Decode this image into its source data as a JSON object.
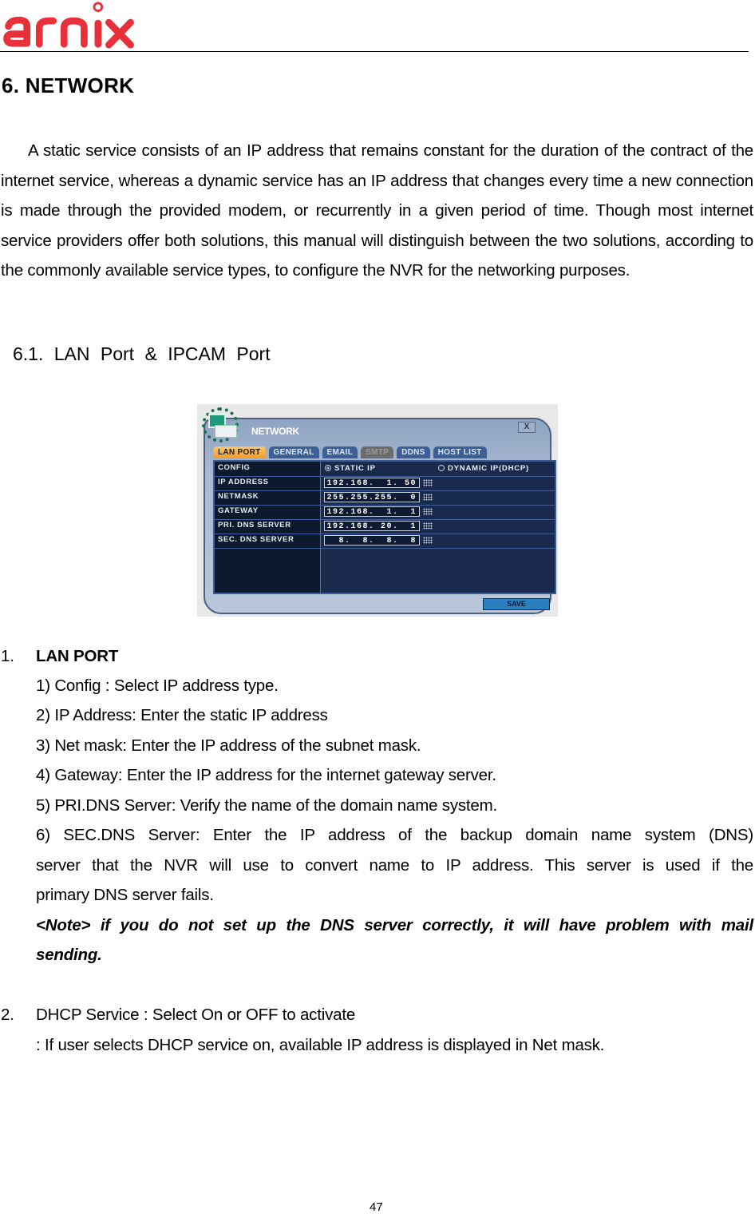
{
  "header": {
    "logo_text": "arnix",
    "logo_color": "#e8303a"
  },
  "section": {
    "title": "6. NETWORK",
    "intro": "A static service consists of an IP address that remains constant for the duration of the contract of the internet service, whereas a dynamic service has an IP address that changes every time a new connection is made through the provided modem, or recurrently in a given period of time. Though most internet service providers offer both solutions, this manual will distinguish between the two solutions, according to the commonly available service types, to configure the NVR for the networking purposes.",
    "subtitle": "6.1. LAN Port & IPCAM Port"
  },
  "nvr_window": {
    "title": "NETWORK",
    "close_label": "X",
    "tabs": [
      {
        "label": "LAN PORT",
        "state": "active"
      },
      {
        "label": "GENERAL",
        "state": "normal"
      },
      {
        "label": "EMAIL",
        "state": "normal"
      },
      {
        "label": "SMTP",
        "state": "disabled"
      },
      {
        "label": "DDNS",
        "state": "normal"
      },
      {
        "label": "HOST LIST",
        "state": "normal"
      }
    ],
    "config": {
      "label": "CONFIG",
      "options": [
        "STATIC IP",
        "DYNAMIC IP(DHCP)"
      ],
      "selected": "STATIC IP"
    },
    "fields": [
      {
        "label": "IP ADDRESS",
        "value": "192.168.  1. 50"
      },
      {
        "label": "NETMASK",
        "value": "255.255.255.  0"
      },
      {
        "label": "GATEWAY",
        "value": "192.168.  1.  1"
      },
      {
        "label": "PRI. DNS SERVER",
        "value": "192.168. 20.  1"
      },
      {
        "label": "SEC. DNS SERVER",
        "value": "  8.  8.  8.  8"
      }
    ],
    "save_label": "SAVE"
  },
  "list": {
    "item1": {
      "number": "1.",
      "title": "LAN PORT",
      "subitems": [
        "1) Config : Select IP address type.",
        "2) IP Address: Enter the static IP address",
        "3) Net mask: Enter the IP address of the subnet mask.",
        "4) Gateway: Enter the IP address for the internet gateway server.",
        "5) PRI.DNS Server: Verify the name of the domain name system."
      ],
      "sub6_line1": "6) SEC.DNS Server: Enter the IP address of the backup domain name system (DNS)",
      "sub6_line2": "server that the NVR will use to convert name to IP address. This server is used if the",
      "sub6_line3": "primary DNS server fails.",
      "note_line1": "<Note> if you do not set up the DNS server correctly, it will have problem with mail",
      "note_line2": "sending."
    },
    "item2": {
      "number": "2.",
      "title": "DHCP Service : Select On or OFF to activate",
      "desc": ": If user selects DHCP service on, available IP address is displayed in Net mask."
    }
  },
  "footer": {
    "page_number": "47"
  }
}
